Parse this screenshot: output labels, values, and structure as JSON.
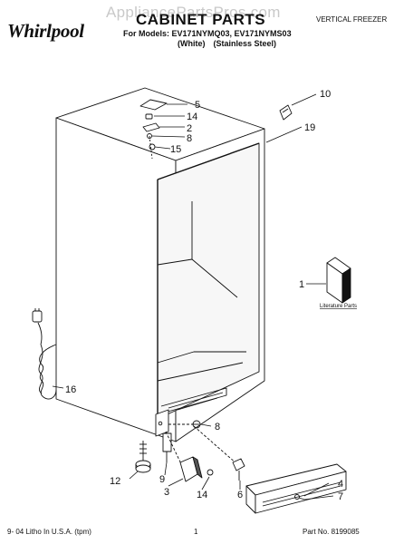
{
  "header": {
    "brand": "Whirlpool",
    "watermark": "AppliancePartsPros.com",
    "title": "CABINET PARTS",
    "category": "VERTICAL FREEZER",
    "models": "For Models: EV171NYMQ03, EV171NYMS03",
    "variant_white": "(White)",
    "variant_stainless": "(Stainless Steel)"
  },
  "callouts": {
    "c5": "5",
    "c14a": "14",
    "c2": "2",
    "c8a": "8",
    "c15": "15",
    "c10": "10",
    "c19": "19",
    "c1": "1",
    "c16": "16",
    "c8b": "8",
    "c12": "12",
    "c9": "9",
    "c3": "3",
    "c14b": "14",
    "c6": "6",
    "c4": "4",
    "c7": "7"
  },
  "literature_label": "Literature Parts",
  "footer": {
    "left": "9- 04 Litho In U.S.A. (tpm)",
    "page": "1",
    "part_no": "Part No. 8199085"
  }
}
